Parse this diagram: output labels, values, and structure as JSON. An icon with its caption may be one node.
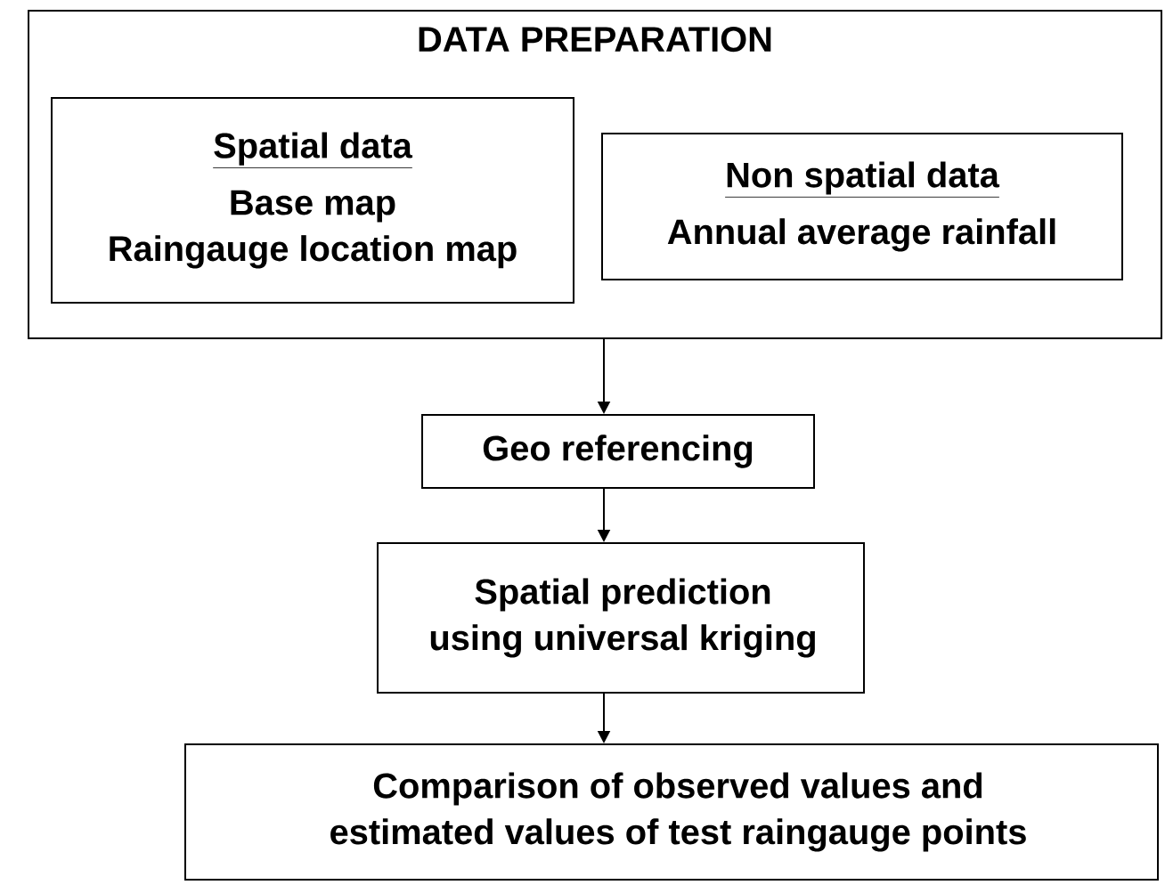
{
  "diagram": {
    "nodes": [
      {
        "text": [
          "DATA PREPARATION"
        ]
      },
      {
        "text": [
          "Spatial data",
          "Base map Raingauge location map"
        ],
        "in": 0
      },
      {
        "text": [
          "Non spatial data",
          "Annual average rainfall"
        ],
        "in": 0
      },
      {
        "text": [
          "Geo referencing"
        ]
      },
      {
        "text": [
          "Spatial prediction using universal kriging"
        ]
      },
      {
        "text": [
          "Comparison of observed values and estimated values of test raingauge points"
        ]
      }
    ],
    "edges": [
      {
        "from": 0,
        "to": 3,
        "arrow": "to"
      },
      {
        "from": 3,
        "to": 4,
        "arrow": "to"
      },
      {
        "from": 4,
        "to": 5,
        "arrow": "to"
      }
    ]
  }
}
